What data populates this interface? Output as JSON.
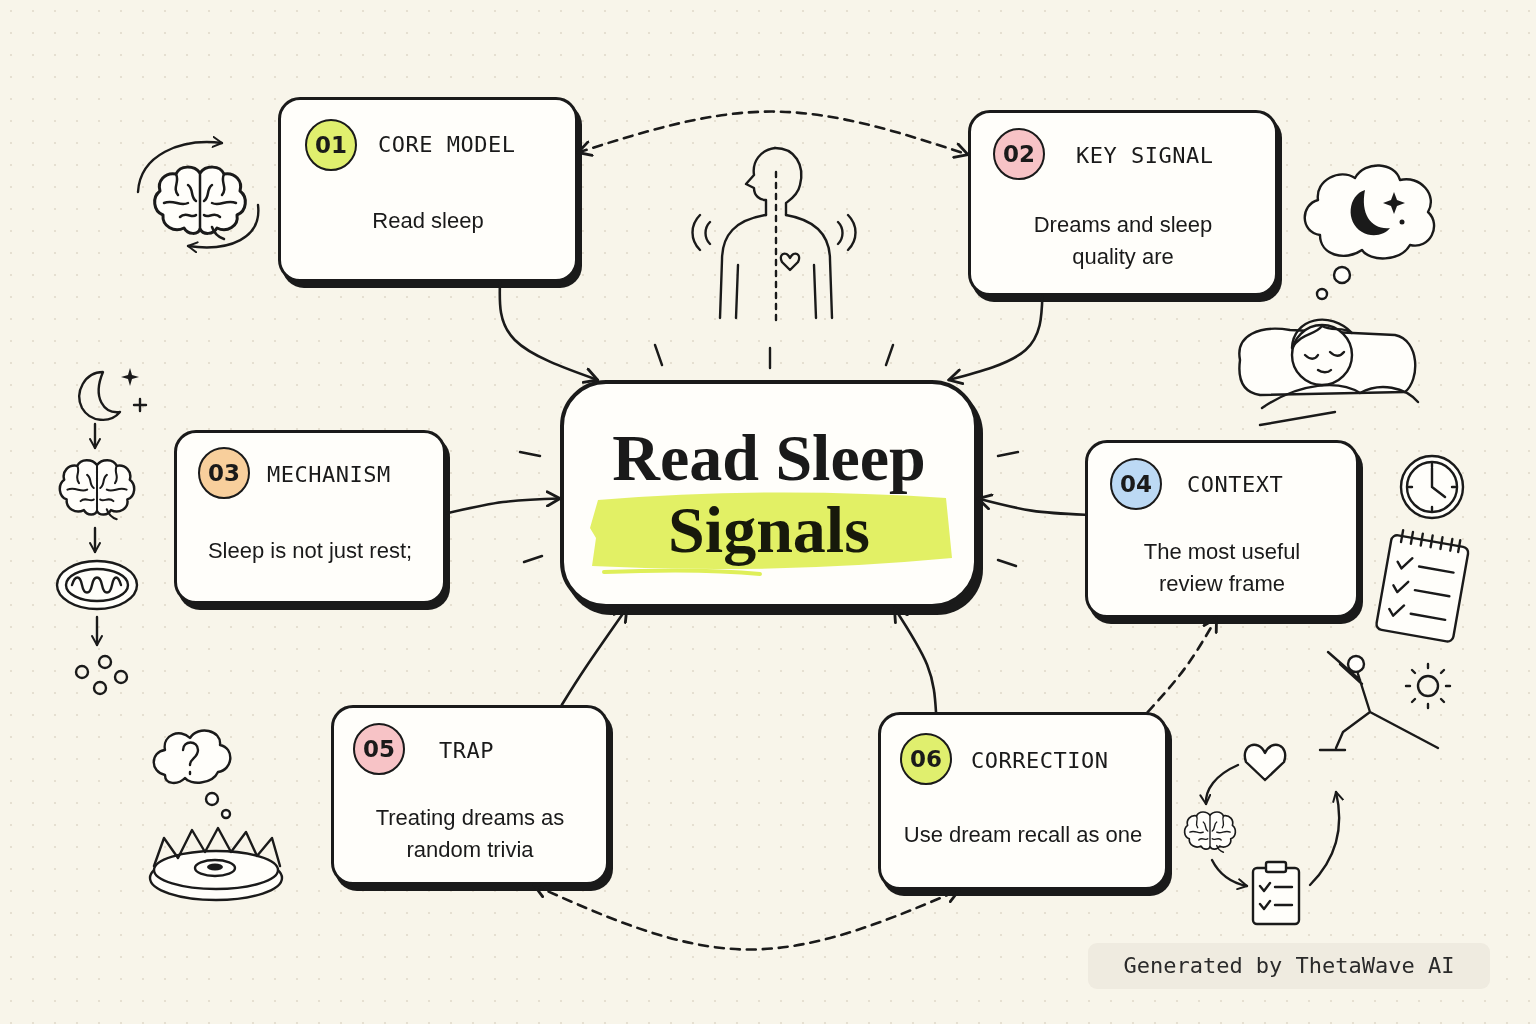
{
  "diagram": {
    "nodes": [
      {
        "text": [
          "CORE MODEL",
          "Read sleep"
        ]
      },
      {
        "text": [
          "01"
        ],
        "in": 0
      },
      {
        "text": [
          "KEY SIGNAL",
          "Dreams and sleep quality are"
        ]
      },
      {
        "text": [
          "02"
        ],
        "in": 2
      },
      {
        "text": [
          "MECHANISM",
          "Sleep is not just rest;"
        ]
      },
      {
        "text": [
          "03"
        ],
        "in": 4
      },
      {
        "text": [
          "Read Sleep Signals"
        ]
      },
      {
        "text": [
          "CONTEXT",
          "The most useful review frame"
        ]
      },
      {
        "text": [
          "04"
        ],
        "in": 7
      },
      {
        "text": [
          "TRAP",
          "Treating dreams as random trivia"
        ]
      },
      {
        "text": [
          "05"
        ],
        "in": 9
      },
      {
        "text": [
          "CORRECTION",
          "Use dream recall as one"
        ]
      },
      {
        "text": [
          "06"
        ],
        "in": 11
      }
    ],
    "edges": [
      {
        "from": 0,
        "to": 6,
        "arrow": "to"
      },
      {
        "from": 2,
        "to": 6,
        "arrow": "to"
      },
      {
        "from": 4,
        "to": 6,
        "arrow": "to"
      },
      {
        "from": 7,
        "to": 6,
        "arrow": "to"
      },
      {
        "from": 9,
        "to": 6,
        "arrow": "to"
      },
      {
        "from": 11,
        "to": 6,
        "arrow": "to"
      },
      {
        "from": 0,
        "to": 2,
        "arrow": "both"
      },
      {
        "from": 9,
        "to": 11,
        "arrow": "both"
      },
      {
        "from": 11,
        "to": 7,
        "arrow": "to"
      }
    ],
    "labels": [
      "Generated by ThetaWave AI"
    ]
  }
}
